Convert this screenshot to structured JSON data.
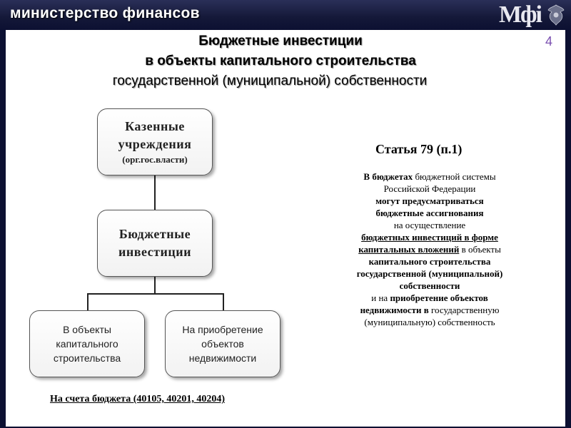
{
  "header": {
    "title": "министерство финансов",
    "logo": "Мфі"
  },
  "slide": {
    "number": "4",
    "title_line1": "Бюджетные инвестиции",
    "title_line2": "в объекты капитального строительства",
    "title_line3": "государственной (муниципальной) собственности"
  },
  "diagram": {
    "box_top_line1": "Казенные",
    "box_top_line2": "учреждения",
    "box_top_sub": "(орг.гос.власти)",
    "box_mid_line1": "Бюджетные",
    "box_mid_line2": "инвестиции",
    "box_left_line1": "В объекты",
    "box_left_line2": "капитального",
    "box_left_line3": "строительства",
    "box_right_line1": "На приобретение",
    "box_right_line2": "объектов",
    "box_right_line3": "недвижимости",
    "accounts": "На счета бюджета (40105, 40201, 40204)"
  },
  "article": {
    "title": "Статья 79 (п.1)",
    "p1_bold": "В бюджетах",
    "p1_rest": " бюджетной системы",
    "p2": "Российской Федерации",
    "p3": "могут предусматриваться",
    "p4": "бюджетные ассигнования",
    "p5": "на осуществление",
    "p6": "бюджетных инвестиций в форме",
    "p7_u": "капитальных вложений",
    "p7_rest": " в объекты",
    "p8": "капитального строительства",
    "p9": "государственной (муниципальной)",
    "p10": "собственности",
    "p11_pre": "и на ",
    "p11_bold": "приобретение объектов",
    "p12_bold": "недвижимости в",
    "p12_rest": " государственную",
    "p13": "(муниципальную) собственность"
  },
  "colors": {
    "header_bg": "#0c1032",
    "slide_bg": "#ffffff",
    "slide_number": "#7a4fb0"
  }
}
